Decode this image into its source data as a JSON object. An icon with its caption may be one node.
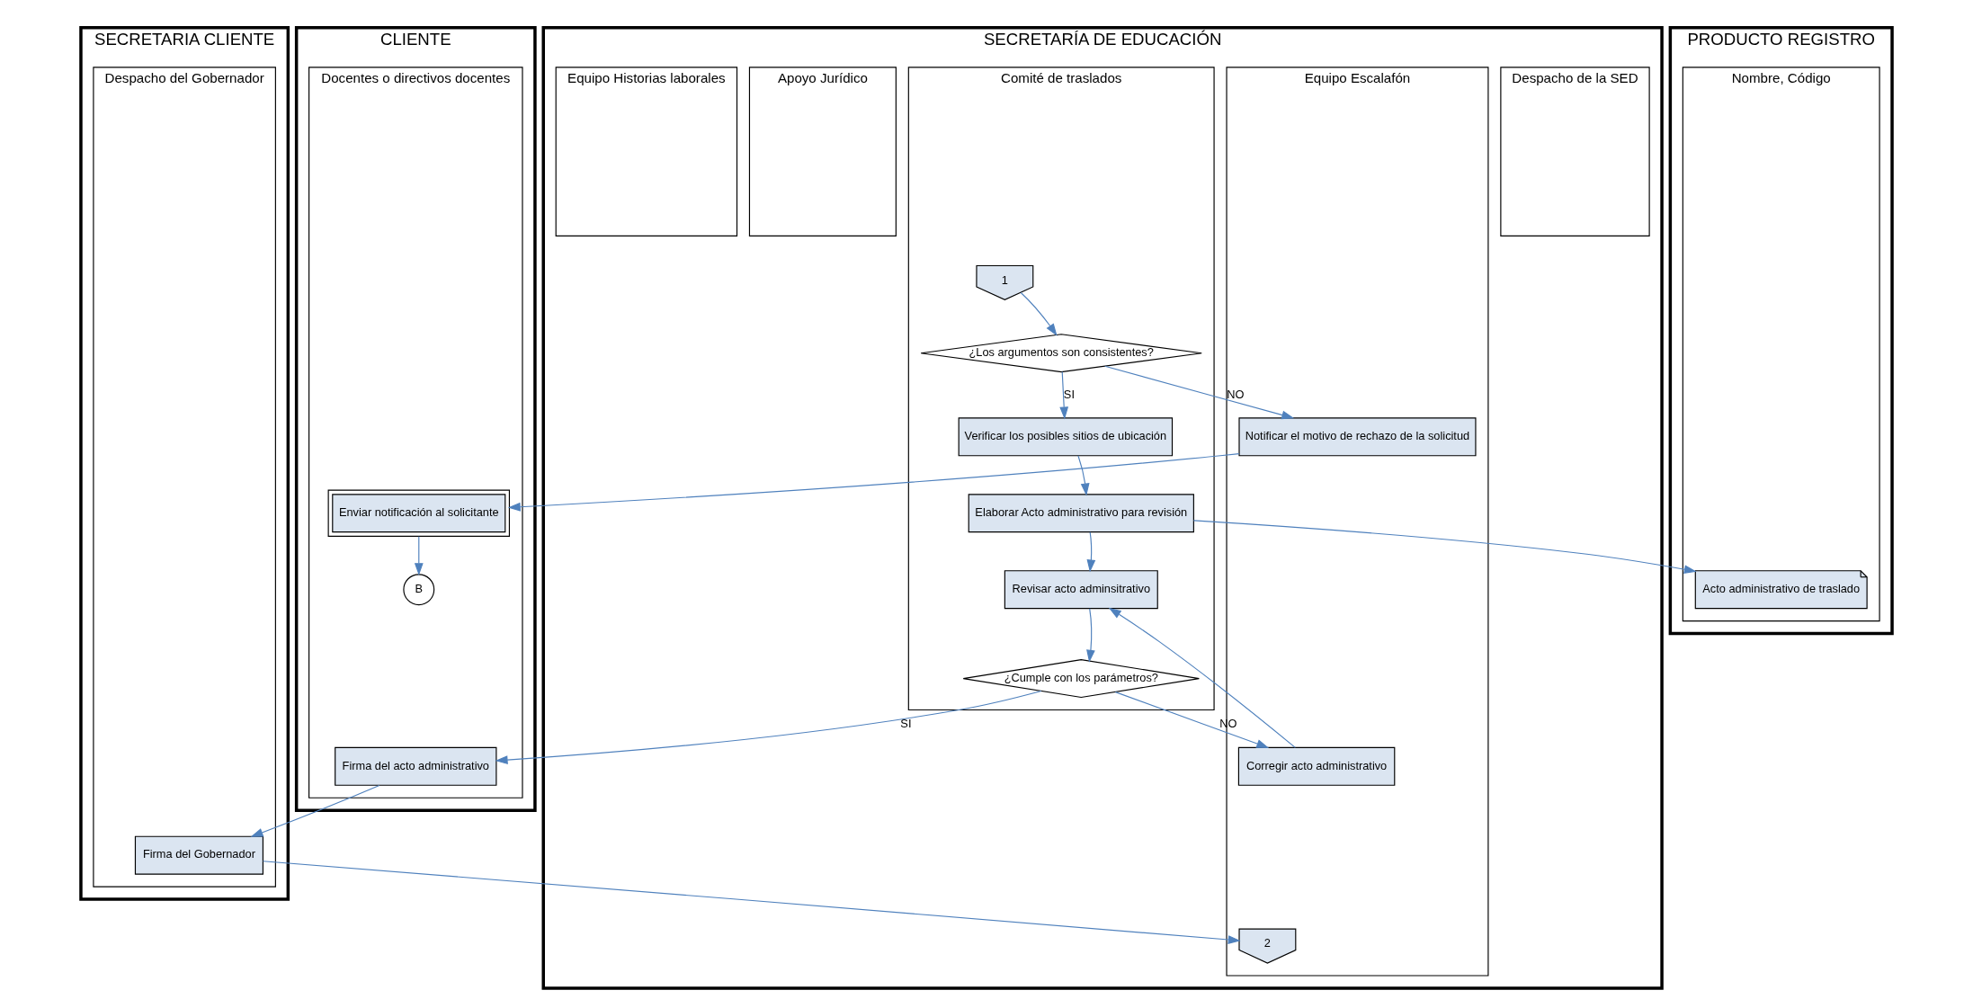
{
  "diagram": {
    "nodes": [
      {
        "text": [
          "CLIENTE"
        ]
      },
      {
        "text": [
          "Docentes o directivos docentes"
        ],
        "in": 0
      },
      {
        "text": [
          "SECRETARÍA DE EDUCACIÓN"
        ]
      },
      {
        "text": [
          "Despacho de la SED"
        ],
        "in": 2
      },
      {
        "text": [
          "Equipo Escalafón"
        ],
        "in": 2
      },
      {
        "text": [
          "Comité de traslados"
        ],
        "in": 2
      },
      {
        "text": [
          "Apoyo Jurídico"
        ],
        "in": 2
      },
      {
        "text": [
          "Equipo Historias laborales"
        ],
        "in": 2
      },
      {
        "text": [
          "PRODUCTO REGISTRO"
        ]
      },
      {
        "text": [
          "Nombre, Código"
        ],
        "in": 8
      },
      {
        "text": [
          "SECRETARIA CLIENTE"
        ]
      },
      {
        "text": [
          "Despacho del Gobernador"
        ],
        "in": 10
      },
      {
        "text": [
          "1"
        ],
        "in": 5
      },
      {
        "text": [
          "¿Los argumentos son consistentes?"
        ],
        "in": 5
      },
      {
        "text": [
          "Notificar el motivo de rechazo de la solicitud"
        ],
        "in": 4
      },
      {
        "text": [
          "Enviar notificación al solicitante"
        ],
        "in": 1
      },
      {
        "text": [
          "B"
        ],
        "in": 1
      },
      {
        "text": [
          "Verificar los posibles sitios de ubicación"
        ],
        "in": 5
      },
      {
        "text": [
          "Elaborar Acto administrativo para revisión"
        ],
        "in": 5
      },
      {
        "text": [
          "Acto administrativo de traslado"
        ],
        "in": 9
      },
      {
        "text": [
          "Revisar acto adminsitrativo"
        ],
        "in": 5
      },
      {
        "text": [
          "¿Cumple con los parámetros?"
        ],
        "in": 5
      },
      {
        "text": [
          "Corregir acto administrativo"
        ],
        "in": 4
      },
      {
        "text": [
          "Firma del acto administrativo"
        ],
        "in": 1
      },
      {
        "text": [
          "Firma del Gobernador"
        ],
        "in": 11
      },
      {
        "text": [
          "2"
        ],
        "in": 4
      }
    ],
    "edges": [
      {
        "from": 12,
        "to": 13,
        "arrow": "to"
      },
      {
        "from": 13,
        "to": 14,
        "arrow": "to",
        "label": "NO"
      },
      {
        "from": 14,
        "to": 15,
        "arrow": "to"
      },
      {
        "from": 15,
        "to": 16,
        "arrow": "to"
      },
      {
        "from": 13,
        "to": 17,
        "arrow": "to",
        "label": "SI"
      },
      {
        "from": 17,
        "to": 18,
        "arrow": "to"
      },
      {
        "from": 18,
        "to": 19,
        "arrow": "to"
      },
      {
        "from": 18,
        "to": 20,
        "arrow": "to"
      },
      {
        "from": 20,
        "to": 21,
        "arrow": "to"
      },
      {
        "from": 21,
        "to": 22,
        "arrow": "to",
        "label": "NO"
      },
      {
        "from": 22,
        "to": 20,
        "arrow": "to"
      },
      {
        "from": 21,
        "to": 23,
        "arrow": "to",
        "label": "SI"
      },
      {
        "from": 23,
        "to": 24,
        "arrow": "to"
      },
      {
        "from": 24,
        "to": 25,
        "arrow": "to"
      }
    ]
  }
}
